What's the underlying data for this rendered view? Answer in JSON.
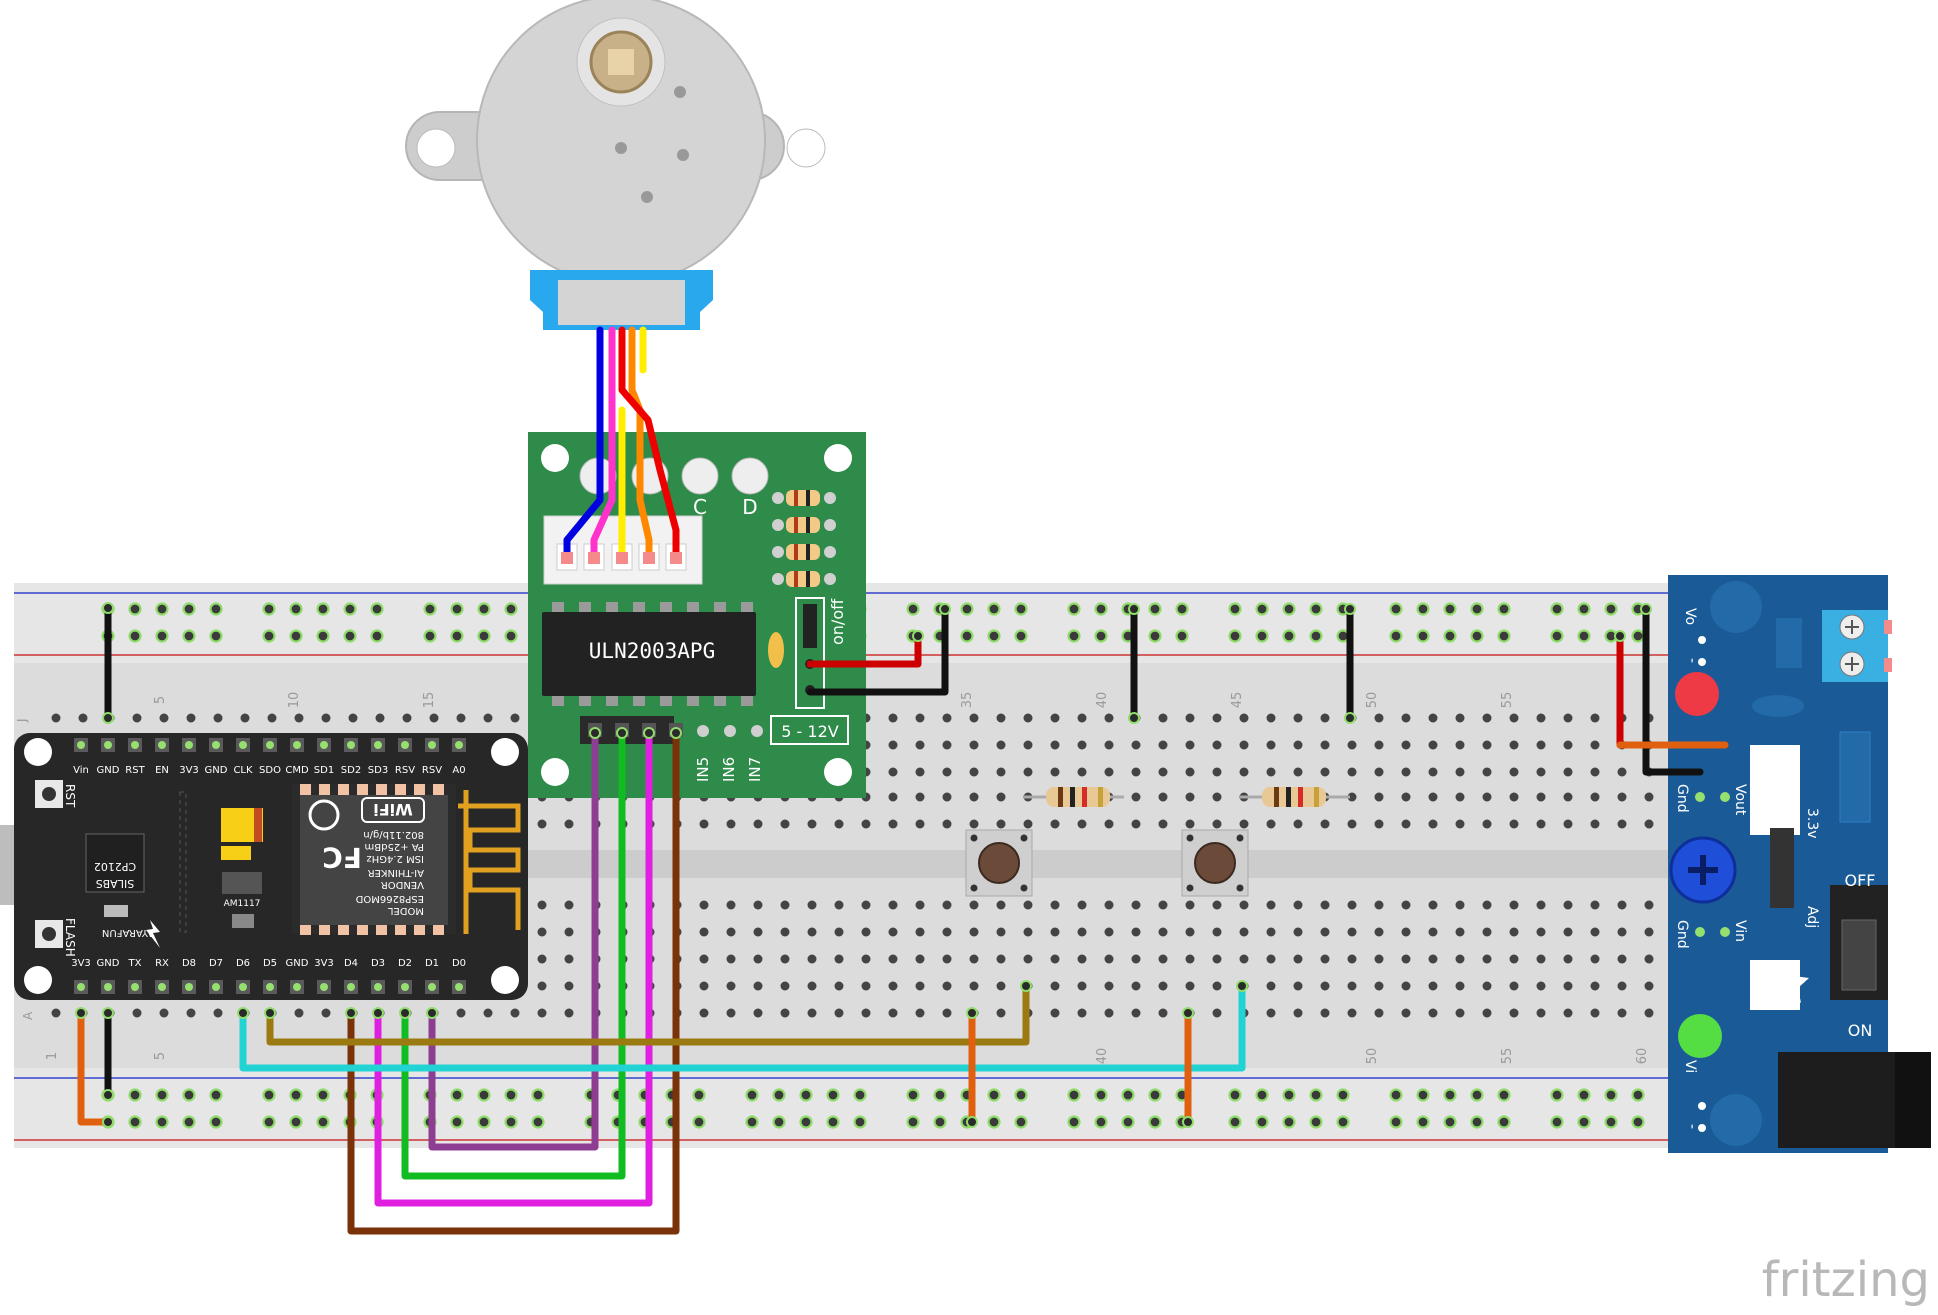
{
  "breadboard": {
    "top_numbers": [
      "5",
      "10",
      "15",
      "35",
      "40",
      "45",
      "50",
      "55"
    ],
    "bottom_numbers": [
      "1",
      "5",
      "40",
      "50",
      "55",
      "60"
    ],
    "row_letters": [
      "J",
      "A"
    ]
  },
  "nodemcu": {
    "top_pins": [
      "Vin",
      "GND",
      "RST",
      "EN",
      "3V3",
      "GND",
      "CLK",
      "SDO",
      "CMD",
      "SD1",
      "SD2",
      "SD3",
      "RSV",
      "RSV",
      "A0"
    ],
    "bottom_pins": [
      "3V3",
      "GND",
      "TX",
      "RX",
      "D8",
      "D7",
      "D6",
      "D5",
      "GND",
      "3V3",
      "D4",
      "D3",
      "D2",
      "D1",
      "D0"
    ],
    "rst_label": "RST",
    "flash_label": "FLASH",
    "usb_chip": "CP2102",
    "usb_chip_vendor": "SILABS",
    "maker": "AYARAFUN",
    "regulator": "AM1117",
    "esp_model": "ESP8266MOD",
    "esp_vendor": "AI-THINKER",
    "esp_ism": "ISM 2.4GHz",
    "esp_pa": "PA +25dBm",
    "esp_std": "802.11b/g/n",
    "model_label": "MODEL",
    "vendor_label": "VENDOR",
    "wifi_label": "WiFi",
    "fcc_label": "FC"
  },
  "driver": {
    "chip": "ULN2003APG",
    "switch_label": "on/off",
    "power_label": "5 - 12V",
    "led_labels": [
      "C",
      "D"
    ],
    "input_labels": [
      "IN5",
      "IN6",
      "IN7"
    ]
  },
  "power_module": {
    "vo": "Vo",
    "minus": "-",
    "gnd_top": "Gnd",
    "vout": "Vout",
    "v33": "3.3v",
    "adj": "Adj",
    "gnd_bottom": "Gnd",
    "vin": "Vin",
    "vi": "Vi",
    "off": "OFF",
    "on": "ON"
  },
  "watermark": "fritzing",
  "colors": {
    "wire_blue": "#0000e0",
    "wire_pink": "#ff33cc",
    "wire_yellow": "#ffee00",
    "wire_orange": "#ff8800",
    "wire_red": "#ee0000",
    "wire_purple": "#8e3e92",
    "wire_green": "#11bb22",
    "wire_magenta": "#e020e0",
    "wire_brown": "#7a3208",
    "wire_olive": "#9b7a12",
    "wire_cyan": "#22d3d3",
    "wire_black": "#111111",
    "wire_darkorange": "#e06010",
    "driver_pcb": "#2e8b4a",
    "motor_body": "#cfcfcf",
    "motor_cap": "#33aaee",
    "module_blue": "#1a5a96"
  }
}
